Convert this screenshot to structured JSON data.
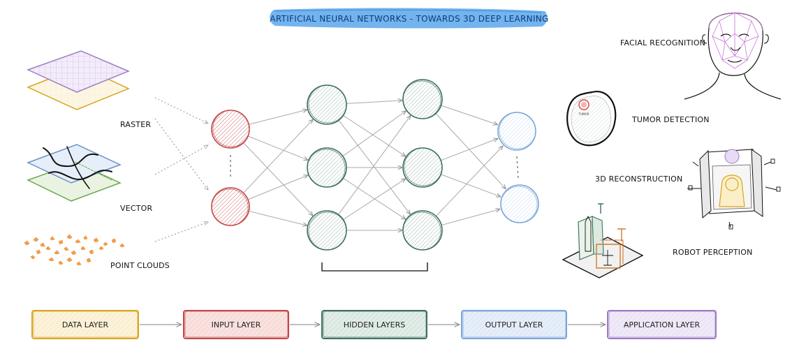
{
  "title": "ARTIFICIAL NEURAL NETWORKS - TOWARDS 3D DEEP LEARNING",
  "inputs": {
    "raster": "RASTER",
    "vector": "VECTOR",
    "point_clouds": "POINT CLOUDS"
  },
  "applications": {
    "facial": "FACIAL RECOGNITION",
    "tumor": "TUMOR DETECTION",
    "tumor_tag": "TUMOR",
    "reconstruction": "3D RECONSTRUCTION",
    "robot": "ROBOT PERCEPTION"
  },
  "flow": [
    {
      "label": "DATA LAYER",
      "color": "#d9a520",
      "fill": "#fcf3dc"
    },
    {
      "label": "INPUT LAYER",
      "color": "#c24848",
      "fill": "#f9e2e0"
    },
    {
      "label": "HIDDEN LAYERS",
      "color": "#3f7060",
      "fill": "#e2ede8"
    },
    {
      "label": "OUTPUT LAYER",
      "color": "#7aa6d8",
      "fill": "#e6eef9"
    },
    {
      "label": "APPLICATION LAYER",
      "color": "#9d7cc4",
      "fill": "#f0eaf8"
    }
  ],
  "colors": {
    "input_node": "#c24848",
    "hidden_node": "#3f7060",
    "output_node": "#7aa6d8",
    "title_bg": "#5aa7ec"
  }
}
